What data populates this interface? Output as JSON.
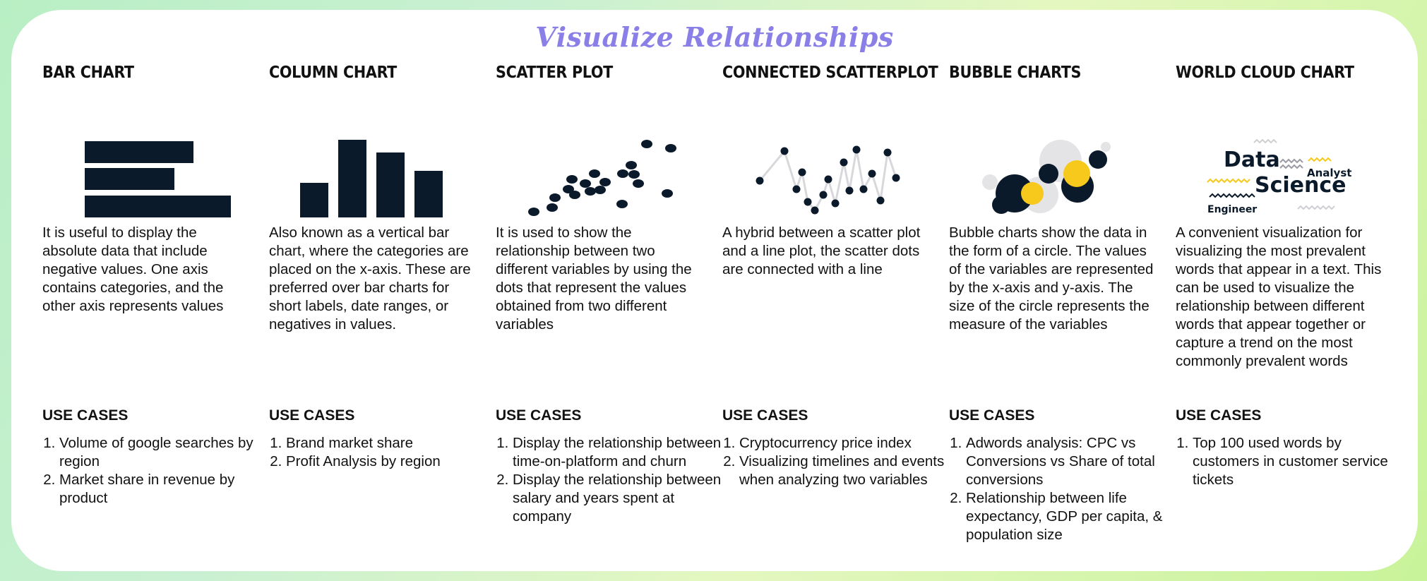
{
  "title": "Visualize Relationships",
  "colors": {
    "dark": "#0b1a2b",
    "accent": "#f6c91c",
    "grey": "#e4e4e6",
    "title": "#8a7fe6"
  },
  "columns": [
    {
      "id": "bar",
      "title": "BAR CHART",
      "description": "It is useful to display the absolute data that include negative values. One axis contains categories, and the other axis represents values",
      "use_cases_heading": "USE CASES",
      "use_cases": [
        "Volume of google searches by region",
        "Market share in revenue by product"
      ]
    },
    {
      "id": "column",
      "title": "COLUMN CHART",
      "description": "Also known as a vertical bar chart, where the categories are placed on the x-axis. These are preferred over bar charts for short labels, date ranges, or negatives in values.",
      "use_cases_heading": "USE CASES",
      "use_cases": [
        "Brand market share",
        "Profit Analysis by region"
      ]
    },
    {
      "id": "scatter",
      "title": "SCATTER PLOT",
      "description": "It is used to show the relationship between two different variables by using the dots that represent the values obtained from two different variables",
      "use_cases_heading": "USE CASES",
      "use_cases": [
        "Display the relationship between time-on-platform and churn",
        "Display the relationship between salary and years spent at company"
      ]
    },
    {
      "id": "connected",
      "title": "CONNECTED SCATTERPLOT",
      "description": "A hybrid between a scatter plot and a line plot, the scatter dots are connected with a line",
      "use_cases_heading": "USE CASES",
      "use_cases": [
        "Cryptocurrency price index",
        "Visualizing timelines and events when analyzing two variables"
      ]
    },
    {
      "id": "bubble",
      "title": "BUBBLE CHARTS",
      "description": "Bubble charts show the data in the form of a circle. The values of the variables are represented by the x-axis and y-axis. The size of the circle represents the measure of the variables",
      "use_cases_heading": "USE CASES",
      "use_cases": [
        "Adwords analysis: CPC vs Conversions vs Share of total conversions",
        "Relationship between life expectancy, GDP per capita, & population size"
      ]
    },
    {
      "id": "wordcloud",
      "title": "WORLD CLOUD CHART",
      "description": "A convenient visualization for visualizing the most prevalent words that appear in a text. This can be used to visualize the relationship between different words that appear together or capture a trend on the most commonly prevalent words",
      "use_cases_heading": "USE CASES",
      "use_cases": [
        "Top 100 used words by customers in customer service tickets"
      ],
      "cloud_words": [
        "Data",
        "Analyst",
        "Science",
        "Engineer"
      ]
    }
  ]
}
